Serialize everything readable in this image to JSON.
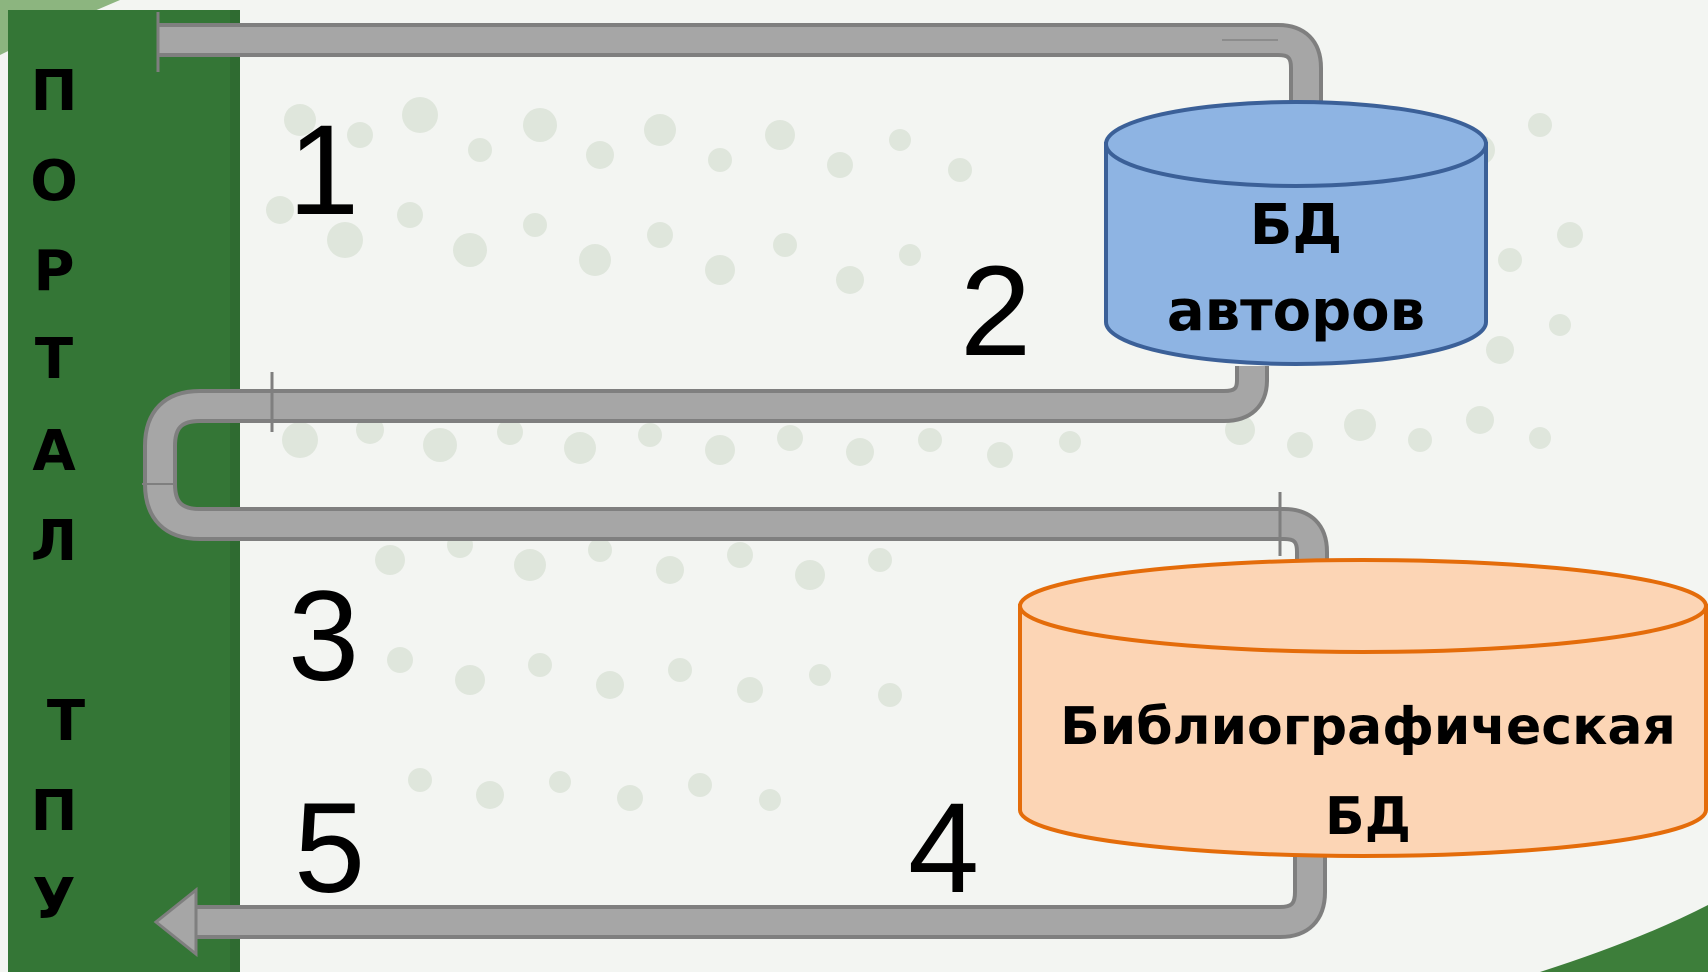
{
  "portal": {
    "letters": [
      "П",
      "О",
      "Р",
      "Т",
      "А",
      "Л",
      "Т",
      "П",
      "У"
    ],
    "color": "#347636"
  },
  "steps": {
    "s1": "1",
    "s2": "2",
    "s3": "3",
    "s4": "4",
    "s5": "5"
  },
  "authors_db": {
    "line1": "БД",
    "line2": "авторов",
    "fill": "#8eb4e3",
    "stroke": "#3b6098"
  },
  "biblio_db": {
    "line1": "Библиографическая",
    "line2": "БД",
    "fill": "#fcd5b5",
    "stroke": "#e46c0a"
  },
  "colors": {
    "pipe_fill": "#a6a6a6",
    "pipe_edge": "#7f7f7f"
  }
}
